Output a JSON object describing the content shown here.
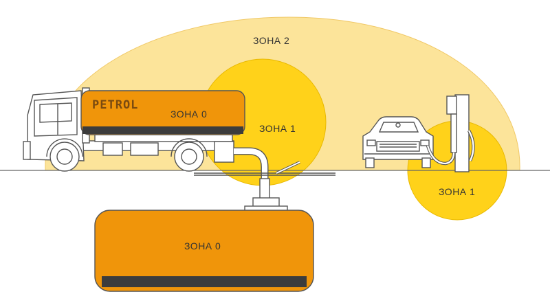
{
  "labels": {
    "zone2": "ЗОНА 2",
    "zone1_tanker": "ЗОНА 1",
    "zone0_tanker": "ЗОНА 0",
    "zone1_pump": "ЗОНА 1",
    "zone0_underground": "ЗОНА 0"
  },
  "brand": {
    "truck_text": "PETROL"
  },
  "colors": {
    "zone2": "#fce49a",
    "zone1": "#ffd21a",
    "zone0": "#f0950a",
    "tank_base": "#3c3c3c",
    "outline": "#555555"
  },
  "icons": [
    "tanker-truck-icon",
    "car-icon",
    "fuel-dispenser-icon",
    "underground-tank-icon"
  ]
}
